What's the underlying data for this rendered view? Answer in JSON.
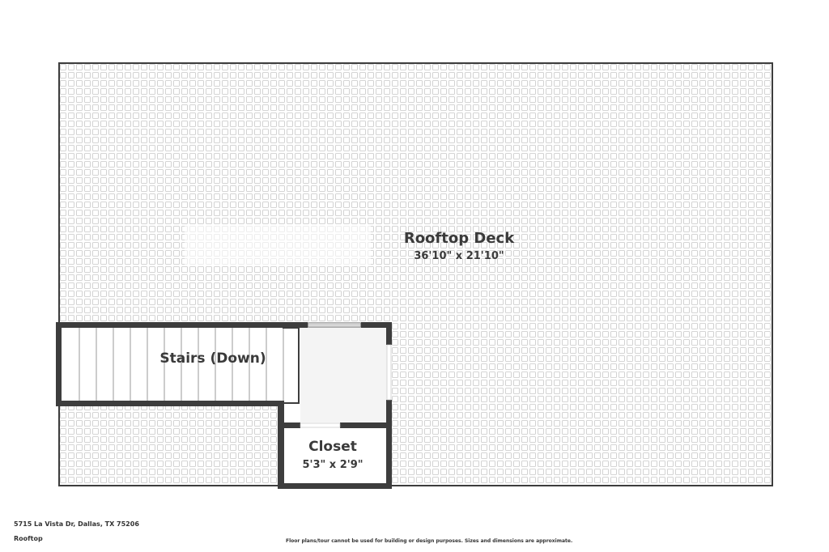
{
  "rooms": {
    "rooftop_deck": {
      "name": "Rooftop Deck",
      "dimensions": "36'10\" x 21'10\""
    },
    "stairs": {
      "name": "Stairs (Down)"
    },
    "closet": {
      "name": "Closet",
      "dimensions": "5'3\" x 2'9\""
    }
  },
  "footer": {
    "address": "5715 La Vista Dr, Dallas, TX 75206",
    "floor_label": "Rooftop",
    "disclaimer": "Floor plans/tour cannot be used for building or design purposes. Sizes and dimensions are approximate."
  },
  "colors": {
    "wall": "#3d3d3d",
    "deck_tile_stroke": "#c8c8c8",
    "stair_tread": "#9a9a9a"
  }
}
